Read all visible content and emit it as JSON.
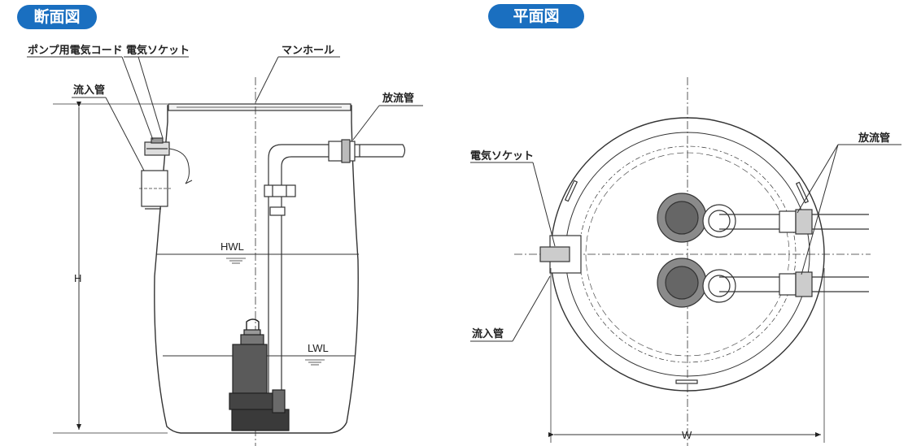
{
  "section_view": {
    "title": "断面図",
    "labels": {
      "pump_cord": "ポンプ用電気コード",
      "socket": "電気ソケット",
      "manhole": "マンホール",
      "inflow": "流入管",
      "outflow": "放流管",
      "hwl": "HWL",
      "lwl": "LWL",
      "height": "H"
    }
  },
  "plan_view": {
    "title": "平面図",
    "labels": {
      "socket": "電気ソケット",
      "outflow": "放流管",
      "inflow": "流入管",
      "width": "W"
    }
  }
}
